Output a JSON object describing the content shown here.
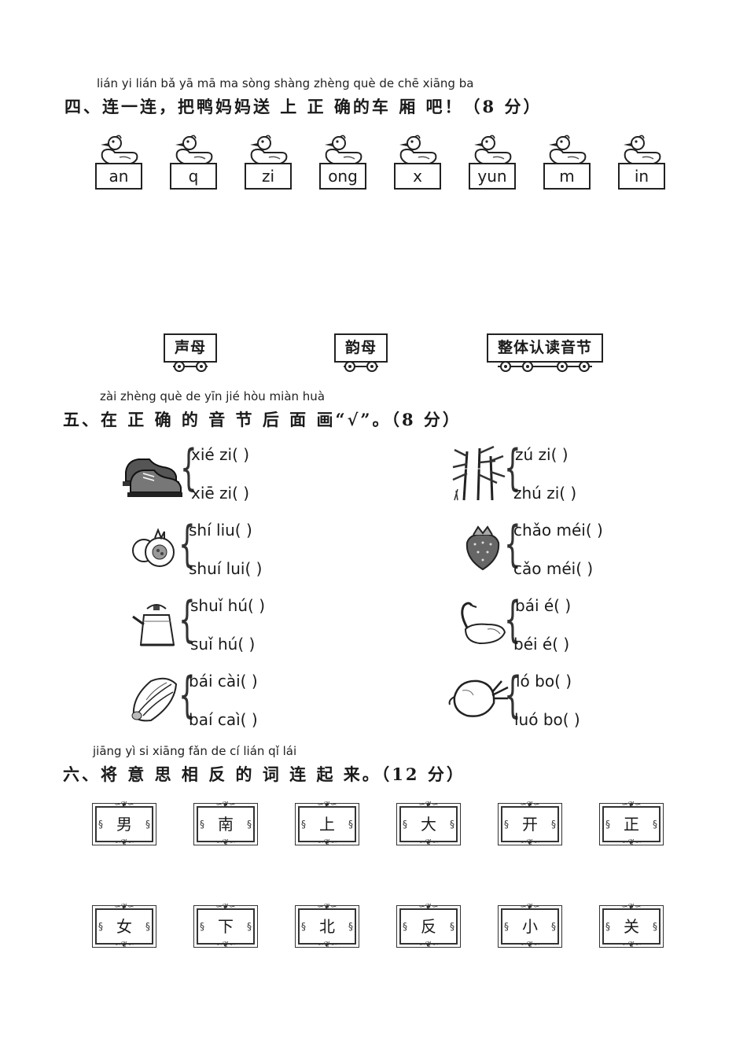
{
  "section4": {
    "pinyin": "lián yi lián   bǎ yā mā ma sòng shàng zhèng què de chē xiāng ba",
    "heading": "四、连一连，把鸭妈妈送 上 正 确的车 厢 吧！（8 分）",
    "syllables": [
      "an",
      "q",
      "zi",
      "ong",
      "x",
      "yun",
      "m",
      "in"
    ],
    "cars": [
      "声母",
      "韵母",
      "整体认读音节"
    ]
  },
  "section5": {
    "pinyin": "zài zhèng què de yīn jié hòu miàn huà",
    "heading": "五、在 正 确 的 音 节 后 面 画“√”。（8 分）",
    "items": [
      {
        "picture": "shoes-icon",
        "a": "xié zi(        )",
        "b": "xiē zi(        )"
      },
      {
        "picture": "bamboo-icon",
        "a": "zú zi(        )",
        "b": "zhú zi(        )"
      },
      {
        "picture": "pomegranate-icon",
        "a": "shí liu(        )",
        "b": "shuí lui(        )"
      },
      {
        "picture": "strawberry-icon",
        "a": "chǎo méi(        )",
        "b": "cǎo méi(        )"
      },
      {
        "picture": "kettle-icon",
        "a": "shuǐ hú(        )",
        "b": "suǐ hú(        )"
      },
      {
        "picture": "goose-icon",
        "a": "bái é(        )",
        "b": "béi é(        )"
      },
      {
        "picture": "cabbage-icon",
        "a": "bái cài(        )",
        "b": "baí caì(        )"
      },
      {
        "picture": "radish-icon",
        "a": "ló bo(        )",
        "b": "luó bo(        )"
      }
    ]
  },
  "section6": {
    "pinyin": "jiāng yì  si xiāng fǎn de  cí  lián qǐ  lái",
    "heading": "六、将 意 思 相 反 的 词 连 起 来。（12 分）",
    "top_words": [
      "男",
      "南",
      "上",
      "大",
      "开",
      "正"
    ],
    "bottom_words": [
      "女",
      "下",
      "北",
      "反",
      "小",
      "关"
    ]
  }
}
